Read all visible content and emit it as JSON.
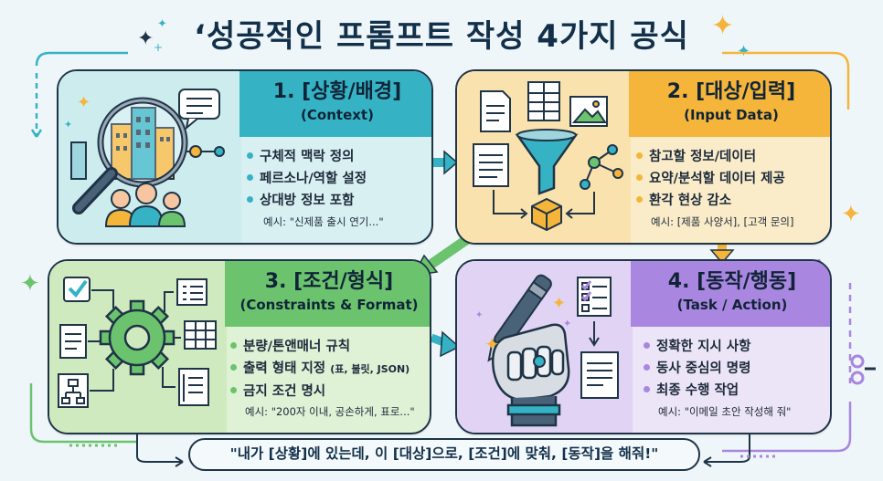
{
  "title": "‘성공적인 프롬프트 작성 4가지 공식",
  "colors": {
    "teal": "#35b3c4",
    "amber": "#f5b43a",
    "green": "#6cc36e",
    "purple": "#a986e0",
    "outline": "#1f3447"
  },
  "cards": [
    {
      "title": "1. [상황/배경]",
      "subtitle": "(Context)",
      "bullets": [
        "구체적 맥락 정의",
        "페르소나/역할 설정",
        "상대방 정보 포함"
      ],
      "example": "예시: \"신제품 출시 연기...\"",
      "icons": [
        "magnifier-icon",
        "buildings-icon",
        "people-icon",
        "speech-bubble-icon"
      ]
    },
    {
      "title": "2. [대상/입력]",
      "subtitle": "(Input Data)",
      "bullets": [
        "참고할 정보/데이터",
        "요약/분석할 데이터 제공",
        "환각 현상 감소"
      ],
      "example": "예시: [제품 사양서], [고객 문의]",
      "icons": [
        "document-icon",
        "spreadsheet-icon",
        "image-icon",
        "funnel-icon",
        "cube-icon",
        "network-icon"
      ]
    },
    {
      "title": "3. [조건/형식]",
      "subtitle": "(Constraints & Format)",
      "bullets_main": [
        "분량/톤앤매너 규칙",
        "출력 형태 지정",
        "금지 조건 명시"
      ],
      "bullet2_suffix": "(표, 불릿, JSON)",
      "example": "예시: \"200자 이내, 공손하게, 표로...\"",
      "icons": [
        "gear-icon",
        "checkbox-icon",
        "list-icon",
        "table-icon",
        "flowchart-icon",
        "resize-document-icon"
      ]
    },
    {
      "title": "4. [동작/행동]",
      "subtitle": "(Task / Action)",
      "bullets": [
        "정확한 지시 사항",
        "동사 중심의 명령",
        "최종 수행 작업"
      ],
      "example": "예시: \"이메일 초안 작성해 줘\"",
      "icons": [
        "robot-hand-icon",
        "pen-icon",
        "checklist-icon",
        "document-icon"
      ]
    }
  ],
  "formula": "\"내가 [상황]에 있는데, 이 [대상]으로, [조건]에 맞춰, [동작]을 해줘!\""
}
